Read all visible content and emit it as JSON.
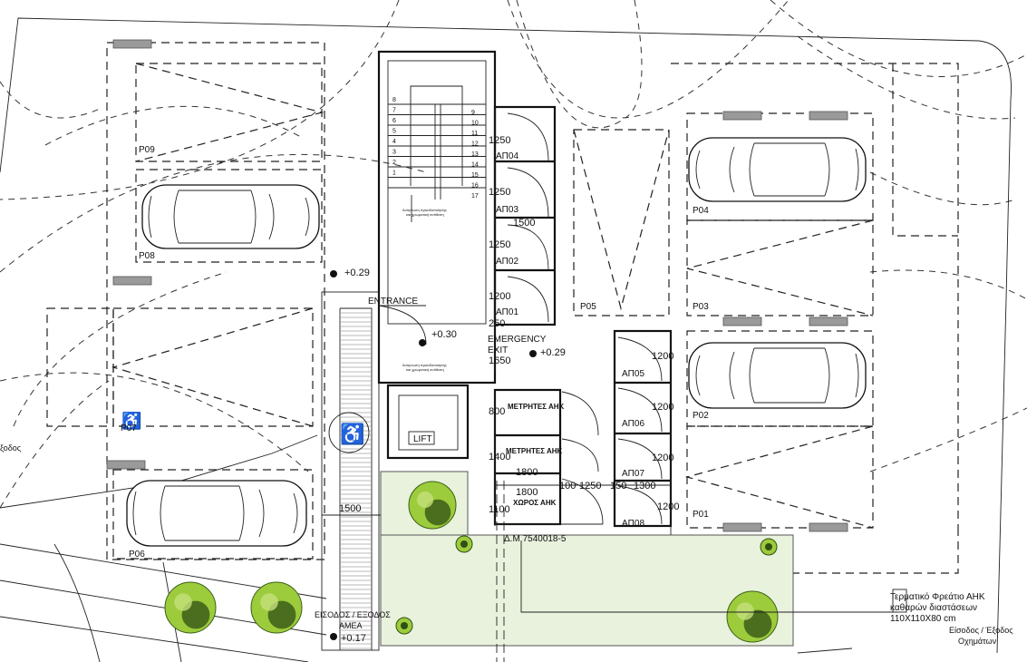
{
  "parking": {
    "p01": "P01",
    "p02": "P02",
    "p03": "P03",
    "p04": "P04",
    "p05": "P05",
    "p06": "P06",
    "p07": "P07",
    "p08": "P08",
    "p09": "P09"
  },
  "rooms": {
    "ap01": "ΑΠ01",
    "ap02": "ΑΠ02",
    "ap03": "ΑΠ03",
    "ap04": "ΑΠ04",
    "ap05": "ΑΠ05",
    "ap06": "ΑΠ06",
    "ap07": "ΑΠ07",
    "ap08": "ΑΠ08",
    "meters_1": "ΜΕΤΡΗΤΕΣ ΑΗΚ",
    "meters_2": "ΜΕΤΡΗΤΕΣ ΑΗΚ",
    "space": "ΧΩΡΟΣ ΑΗΚ",
    "lift": "LIFT",
    "entrance": "ENTRANCE",
    "emergency": "EMERGENCY",
    "exit": "EXIT"
  },
  "levels": {
    "l1": "+0.29",
    "l2": "+0.30",
    "l3": "+0.29",
    "l4": "+0.17"
  },
  "dims": {
    "d1250a": "1250",
    "d1250b": "1250",
    "d1250c": "1250",
    "d1200a": "1200",
    "d250": "250",
    "d1650": "1650",
    "d1500a": "1500",
    "d1500b": "1500",
    "d800": "800",
    "d1400": "1400",
    "d1800a": "1800",
    "d1800b": "1800",
    "d1100": "1100",
    "d100": "100",
    "d1250d": "1250",
    "d150": "150",
    "d1300": "1300",
    "d1200b": "1200",
    "d1200c": "1200",
    "d1200d": "1200",
    "d1200e": "1200"
  },
  "stairs": {
    "left": [
      "8",
      "7",
      "6",
      "5",
      "4",
      "3",
      "2",
      "1"
    ],
    "right": [
      "9",
      "10",
      "11",
      "12",
      "13",
      "14",
      "15",
      "16",
      "17"
    ],
    "note1a": "Ανάγνωση προειδοποίησης",
    "note1b": "και χρωματική αντίθεση",
    "note2a": "Ανάγνωση προειδοποίησης",
    "note2b": "και χρωματική αντίθεση"
  },
  "annotations": {
    "plot": "Δ.Μ 7540018-5",
    "access_1": "ΕΙΣΟΔΟΣ / ΕΞΟΔΟΣ",
    "access_2": "ΑΜΕΑ",
    "left_edge": "ξοδος",
    "pit_1": "Τερματικό Φρεάτιο ΑΗΚ",
    "pit_2": "καθαρών διαστάσεων",
    "pit_3": "110X110X80 cm",
    "vehicles_1": "Είσοδος / Έξοδος",
    "vehicles_2": "Οχημάτων"
  },
  "colors": {
    "garden": "#e9f2dd",
    "tree_light": "#9ccb3c",
    "tree_dark": "#2f4f13",
    "slab": "#9a9a9a"
  }
}
